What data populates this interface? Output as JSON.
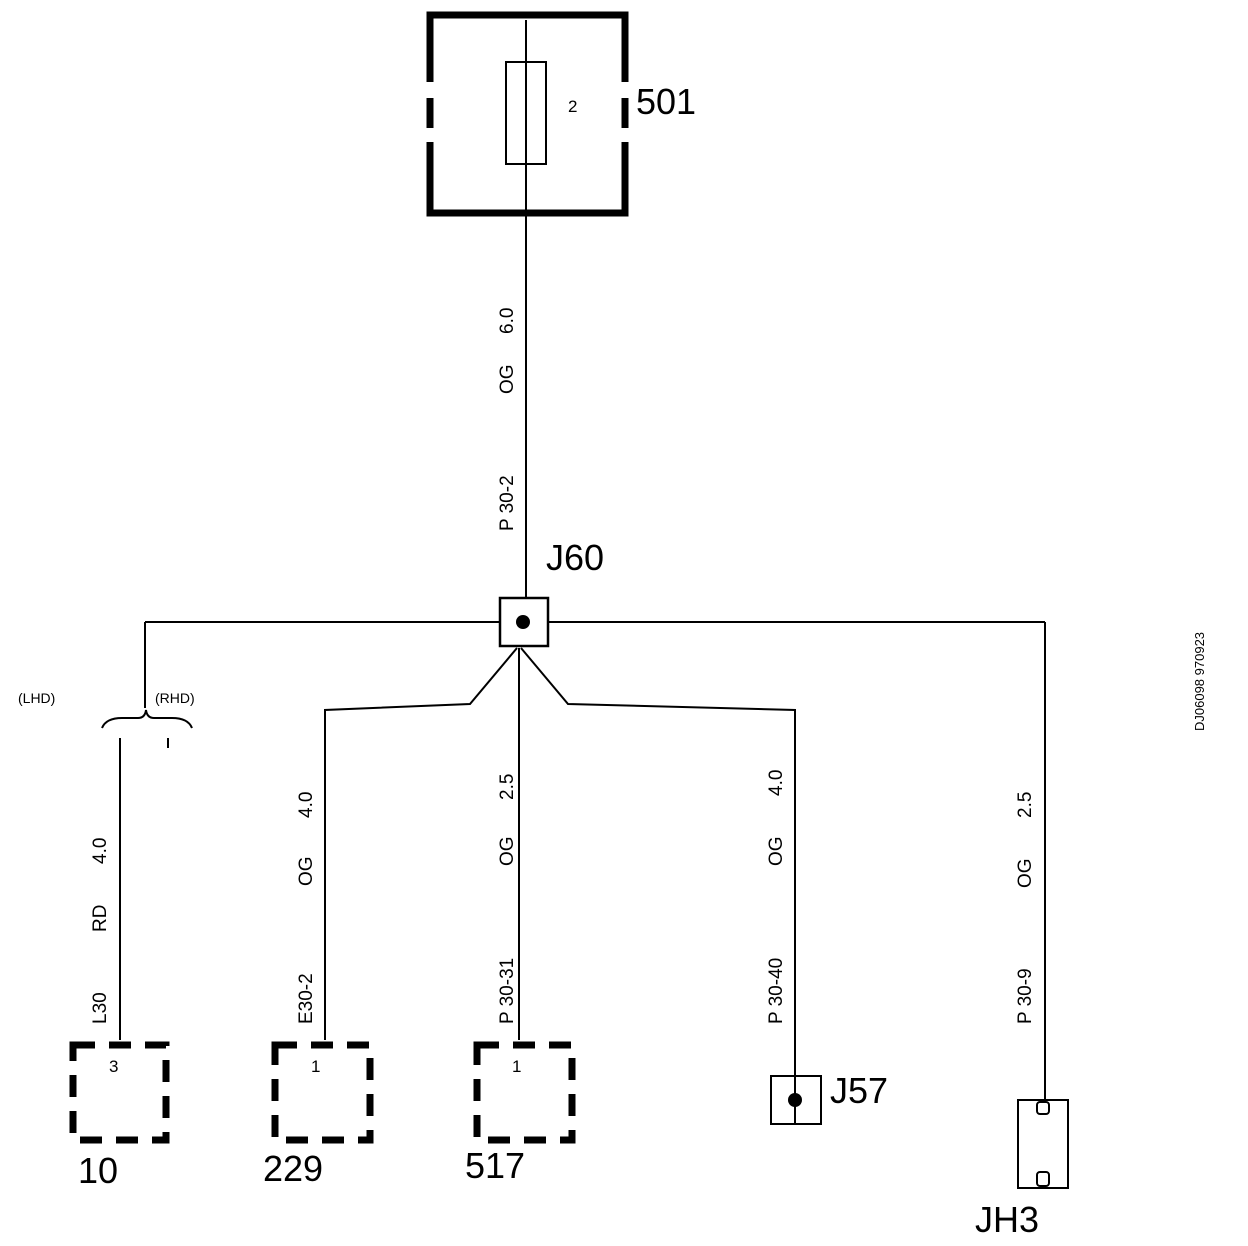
{
  "fuse_box": {
    "id": "501",
    "fuse_number": "2"
  },
  "splice_main": {
    "id": "J60"
  },
  "main_wire": {
    "circuit": "P 30-2",
    "color": "OG",
    "size": "6.0"
  },
  "variant": {
    "lhd": "(LHD)",
    "rhd": "(RHD)"
  },
  "branches": [
    {
      "circuit": "L30",
      "color": "RD",
      "size": "4.0",
      "connector": "10",
      "pin": "3"
    },
    {
      "circuit": "E30-2",
      "color": "OG",
      "size": "4.0",
      "connector": "229",
      "pin": "1"
    },
    {
      "circuit": "P 30-31",
      "color": "OG",
      "size": "2.5",
      "connector": "517",
      "pin": "1"
    },
    {
      "circuit": "P 30-40",
      "color": "OG",
      "size": "4.0",
      "connector": "J57"
    },
    {
      "circuit": "P 30-9",
      "color": "OG",
      "size": "2.5",
      "connector": "JH3"
    }
  ],
  "drawing_code": "DJ06098 970923"
}
